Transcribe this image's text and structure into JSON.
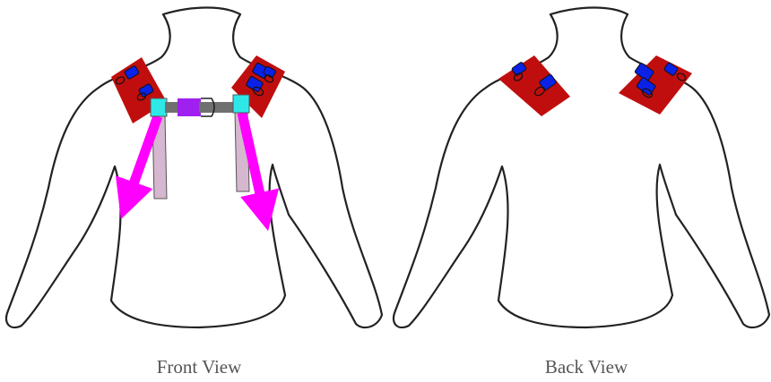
{
  "captions": {
    "front": "Front View",
    "back": "Back View"
  },
  "colors": {
    "outline": "#222222",
    "body_fill": "#ffffff",
    "pad": "#c00e0e",
    "actuator_blue": "#0a22e6",
    "buckle_cyan": "#2ee8e8",
    "strap_purple": "#a020f0",
    "strap_gray": "#707070",
    "tail_pink": "#d6b7d0",
    "arrow_magenta": "#ff00ff"
  },
  "icons": [
    "torso-front",
    "torso-back",
    "shoulder-pad",
    "actuator",
    "buckle",
    "force-arrow"
  ]
}
